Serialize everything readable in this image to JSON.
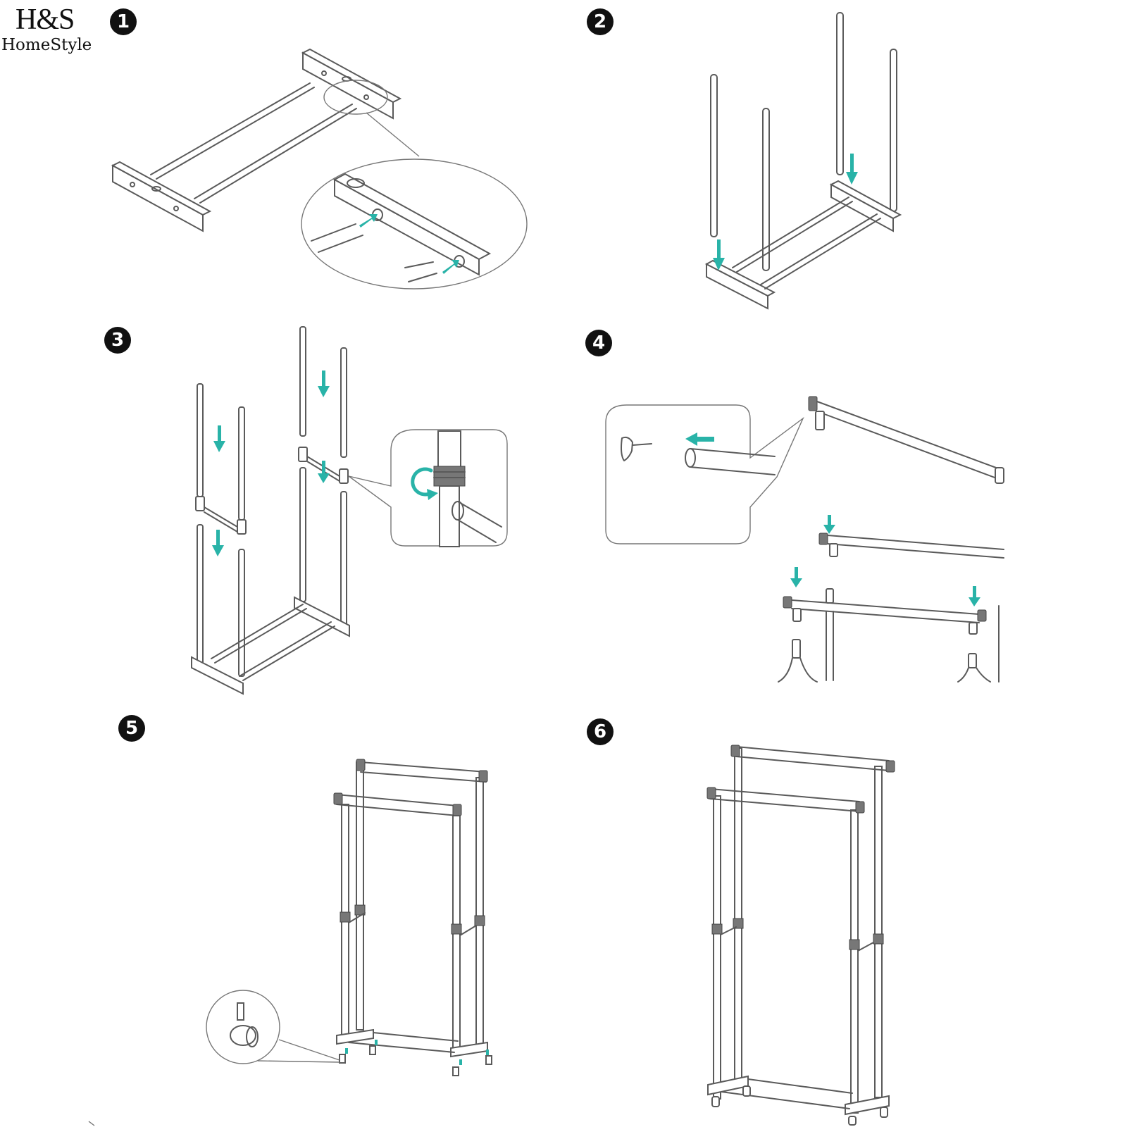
{
  "brand": {
    "mark": "H&S",
    "name": "HomeStyle"
  },
  "steps": [
    {
      "number": "1"
    },
    {
      "number": "2"
    },
    {
      "number": "3"
    },
    {
      "number": "4"
    },
    {
      "number": "5"
    },
    {
      "number": "6"
    }
  ],
  "colors": {
    "arrow": "#29b3a8",
    "line": "#5a5a5a",
    "badge": "#111111"
  }
}
